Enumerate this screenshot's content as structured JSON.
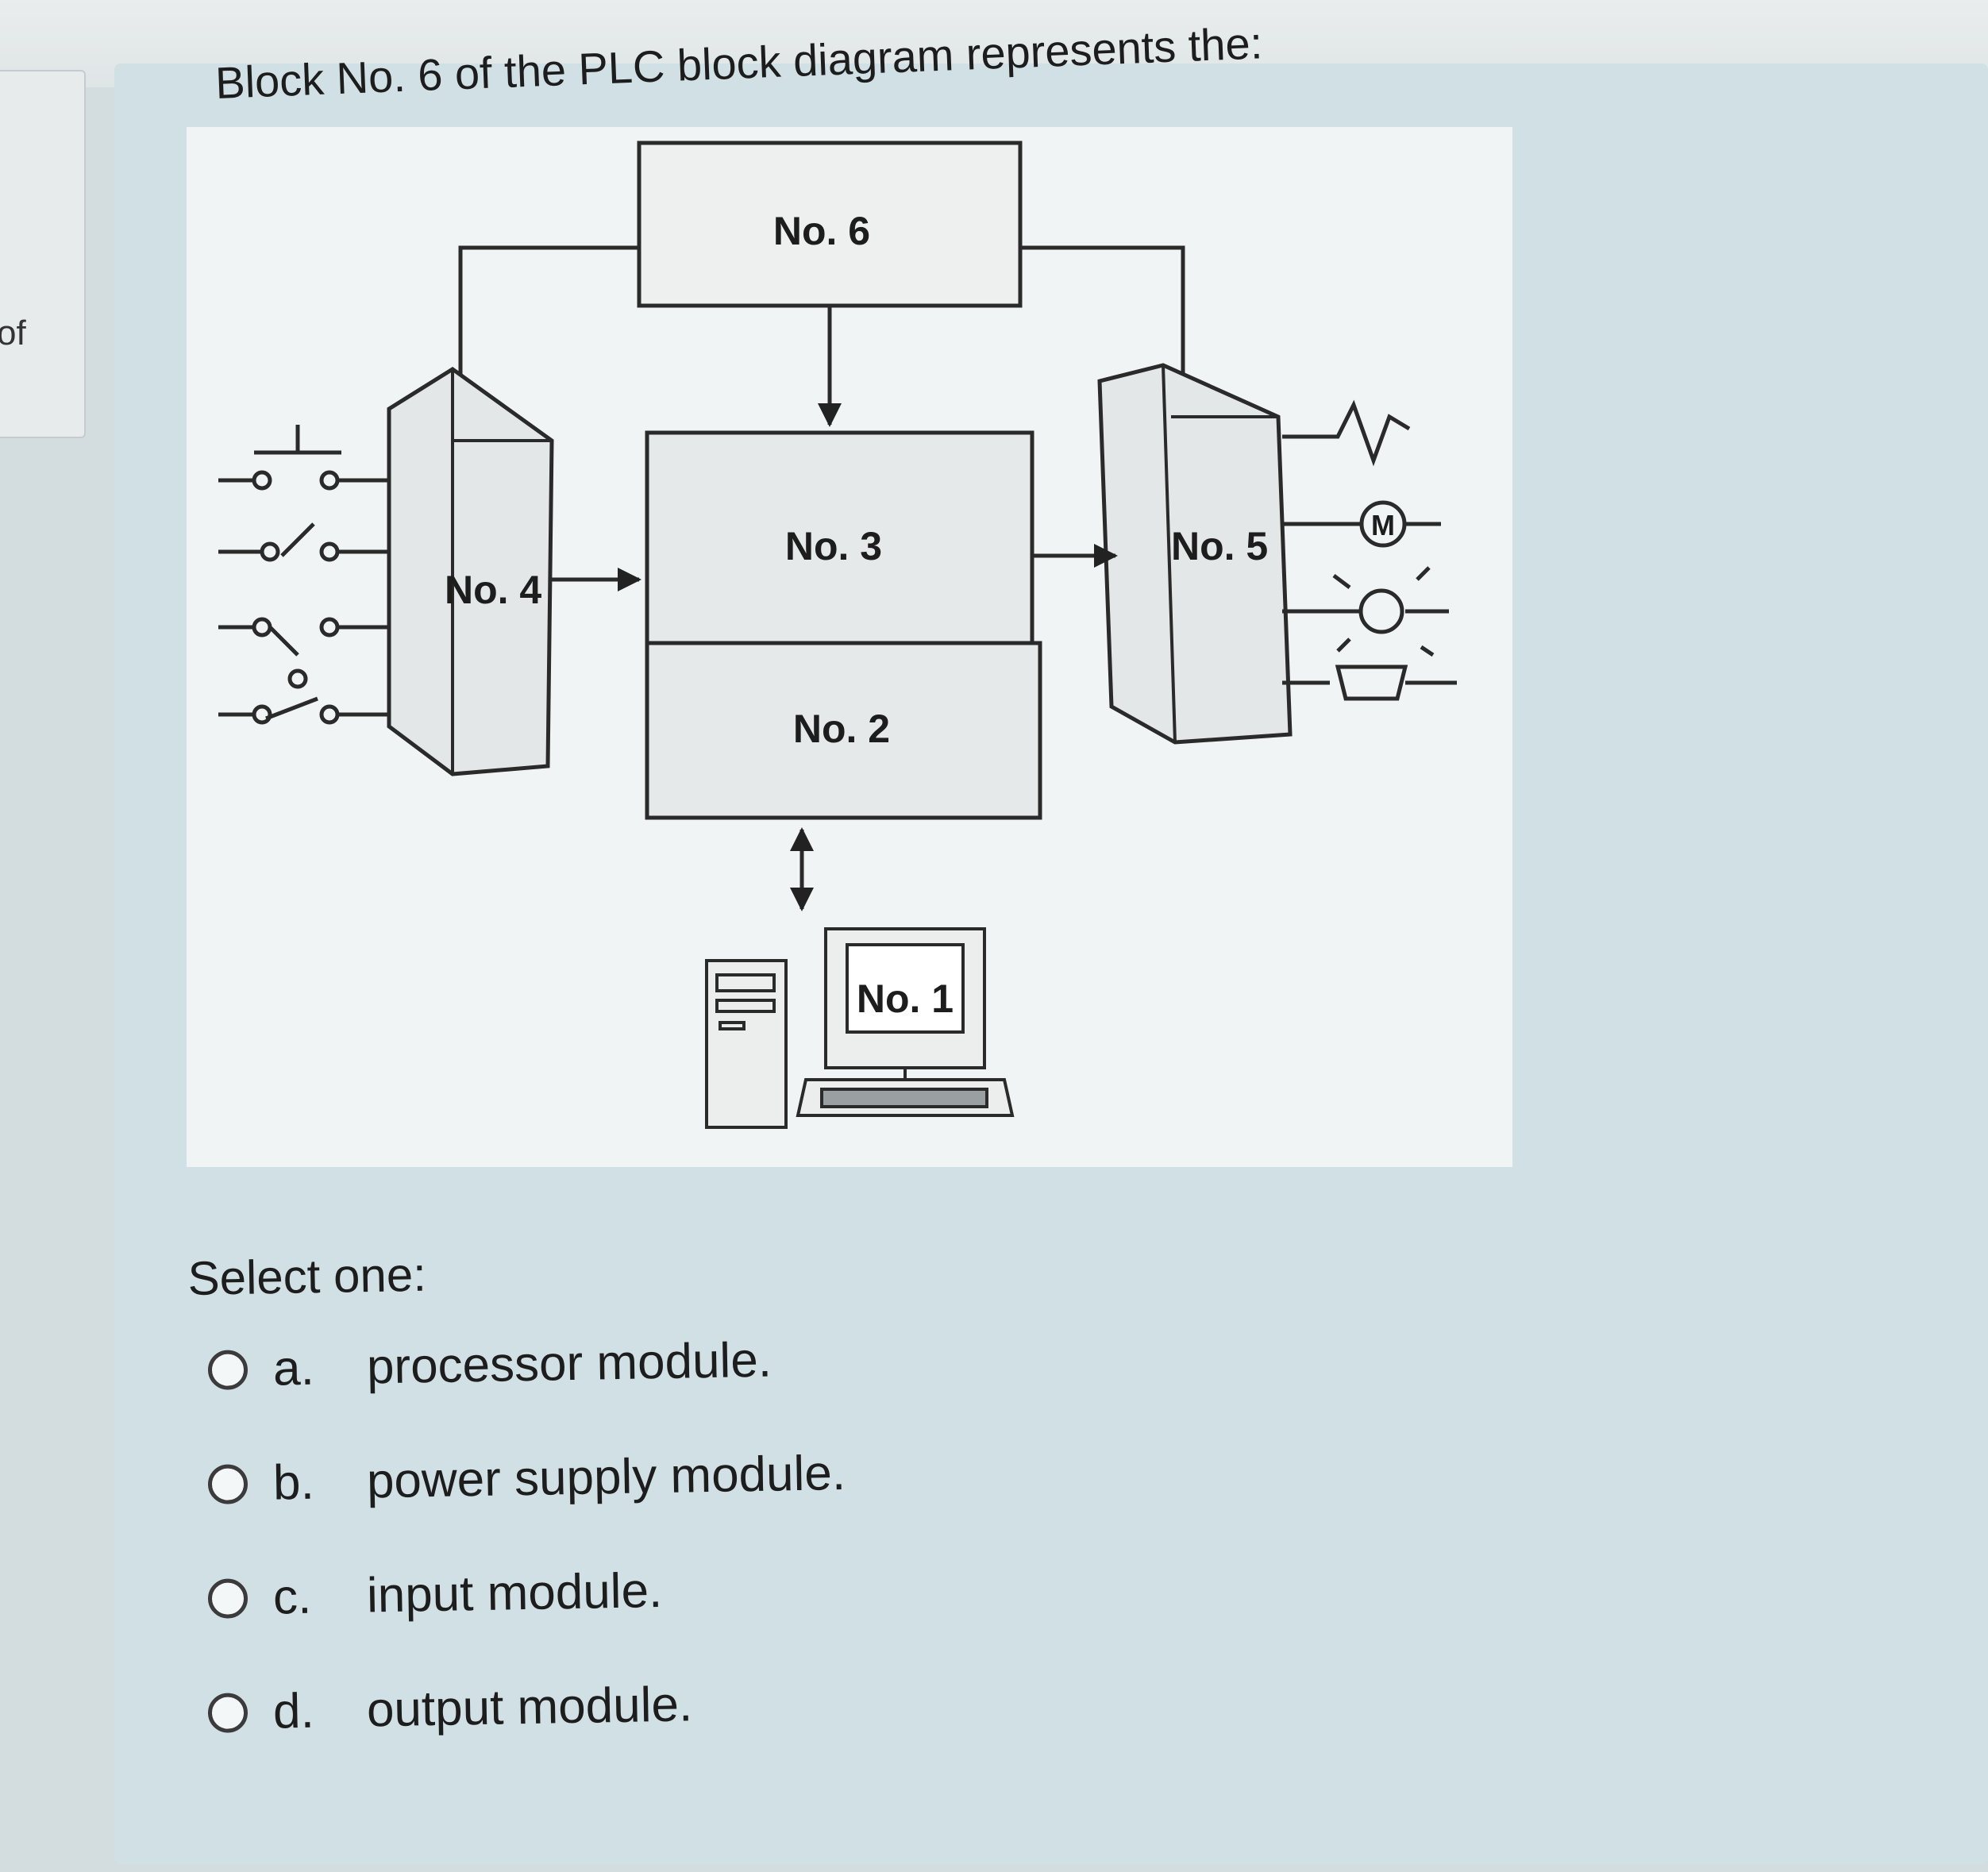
{
  "side_panel": {
    "text": "of"
  },
  "question": {
    "text": "Block No. 6 of the PLC block diagram represents the:"
  },
  "diagram": {
    "labels": {
      "block6": "No. 6",
      "block3": "No. 3",
      "block2": "No. 2",
      "block4": "No. 4",
      "block5": "No. 5",
      "block1": "No. 1",
      "motor": "M"
    }
  },
  "answer": {
    "prompt": "Select one:",
    "options": [
      {
        "letter": "a.",
        "text": "processor module."
      },
      {
        "letter": "b.",
        "text": "power supply module."
      },
      {
        "letter": "c.",
        "text": "input module."
      },
      {
        "letter": "d.",
        "text": "output module."
      }
    ]
  }
}
